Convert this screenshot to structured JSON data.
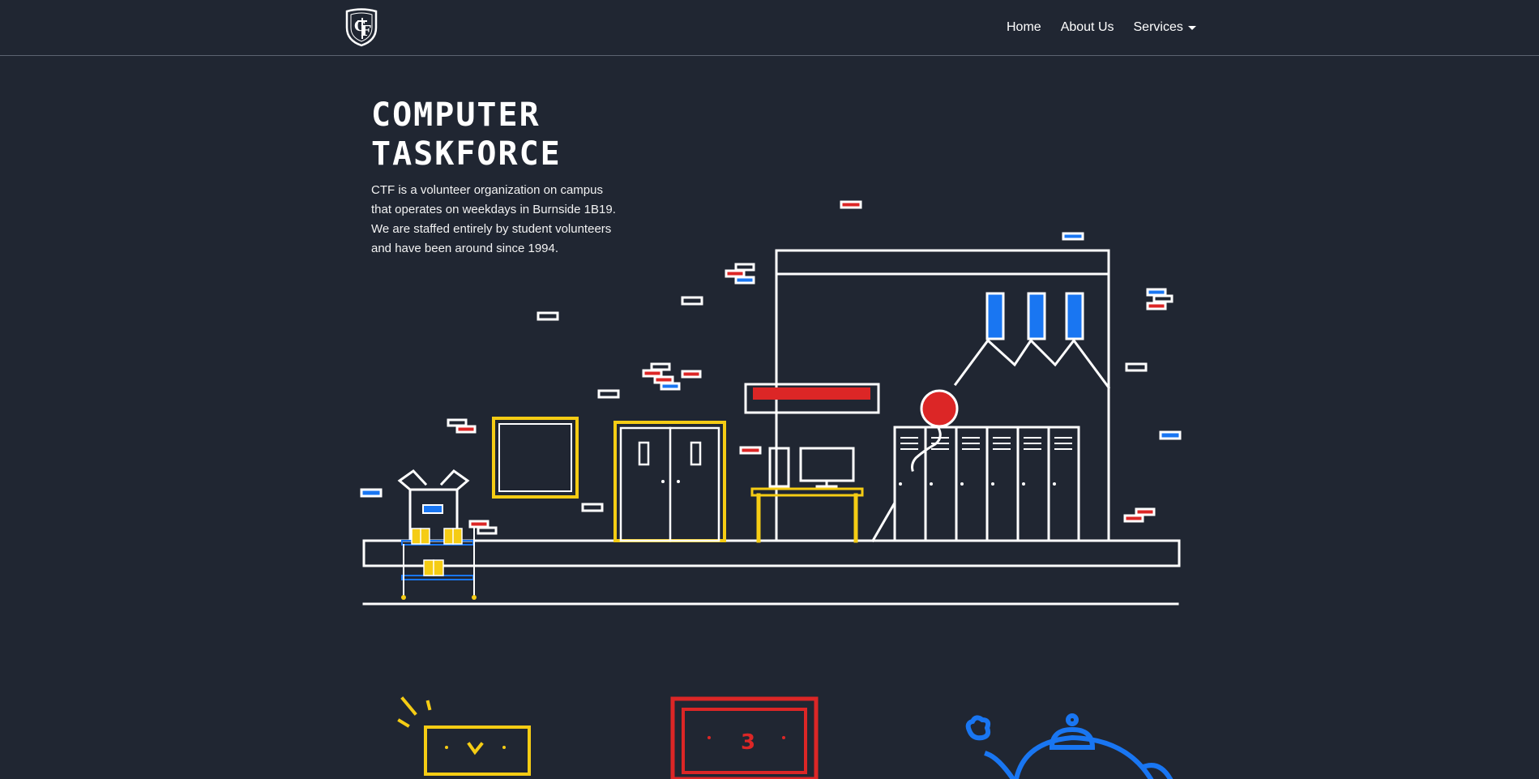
{
  "nav": {
    "logo_alt": "CTF crest logo",
    "links": [
      {
        "label": "Home"
      },
      {
        "label": "About Us"
      },
      {
        "label": "Services"
      }
    ]
  },
  "hero": {
    "title_line1": "COMPUTER",
    "title_line2": "TASKFORCE",
    "description": "CTF is a volunteer organization on campus that operates on weekdays in Burnside 1B19. We are staffed entirely by student volunteers and have been around since 1994."
  },
  "features": {
    "clock_digit": "3"
  },
  "colors": {
    "background": "#202632",
    "line": "#ffffff",
    "yellow": "#f5cc14",
    "red": "#dc2626",
    "blue": "#1976f2"
  }
}
